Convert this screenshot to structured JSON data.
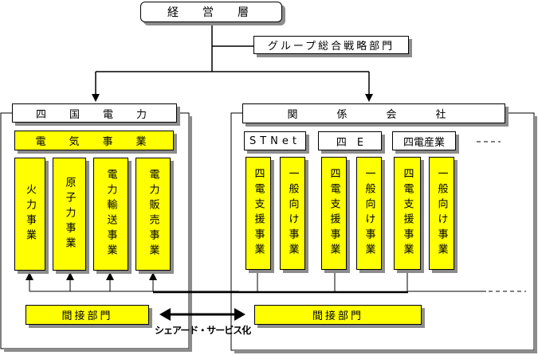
{
  "top": {
    "label": "経　営　層"
  },
  "strategy": {
    "label": "グループ総合戦略部門"
  },
  "shikoku": {
    "title": "四　国　電　力",
    "electric": "電　気　事　業",
    "businesses": [
      "火力事業",
      "原子力事業",
      "電力輸送事業",
      "電力販売事業"
    ],
    "indirect": "間接部門"
  },
  "affiliates": {
    "title": "関　係　会　社",
    "companies": [
      "STNet",
      "四　E",
      "四電産業"
    ],
    "more": "-----",
    "businesses": [
      "四電支援事業",
      "一般向け事業",
      "四電支援事業",
      "一般向け事業",
      "四電支援事業",
      "一般向け事業"
    ],
    "indirect": "間接部門"
  },
  "shared": {
    "label": "シェアード・サービス化"
  }
}
